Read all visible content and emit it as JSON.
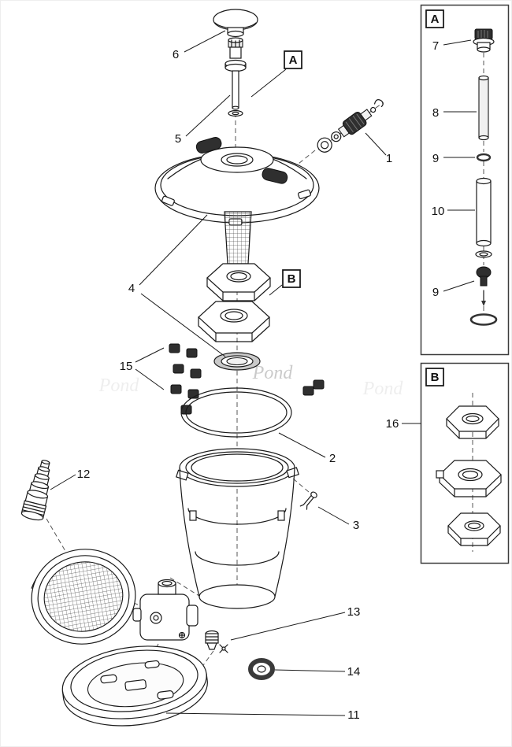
{
  "watermark": "Pond",
  "callouts": {
    "a": "A",
    "b": "B"
  },
  "parts": {
    "n1": "1",
    "n2": "2",
    "n3": "3",
    "n4": "4",
    "n5": "5",
    "n6": "6",
    "n7": "7",
    "n8": "8",
    "n9_upper": "9",
    "n9_lower": "9",
    "n10": "10",
    "n11": "11",
    "n12": "12",
    "n13": "13",
    "n14": "14",
    "n15": "15",
    "n16": "16"
  }
}
